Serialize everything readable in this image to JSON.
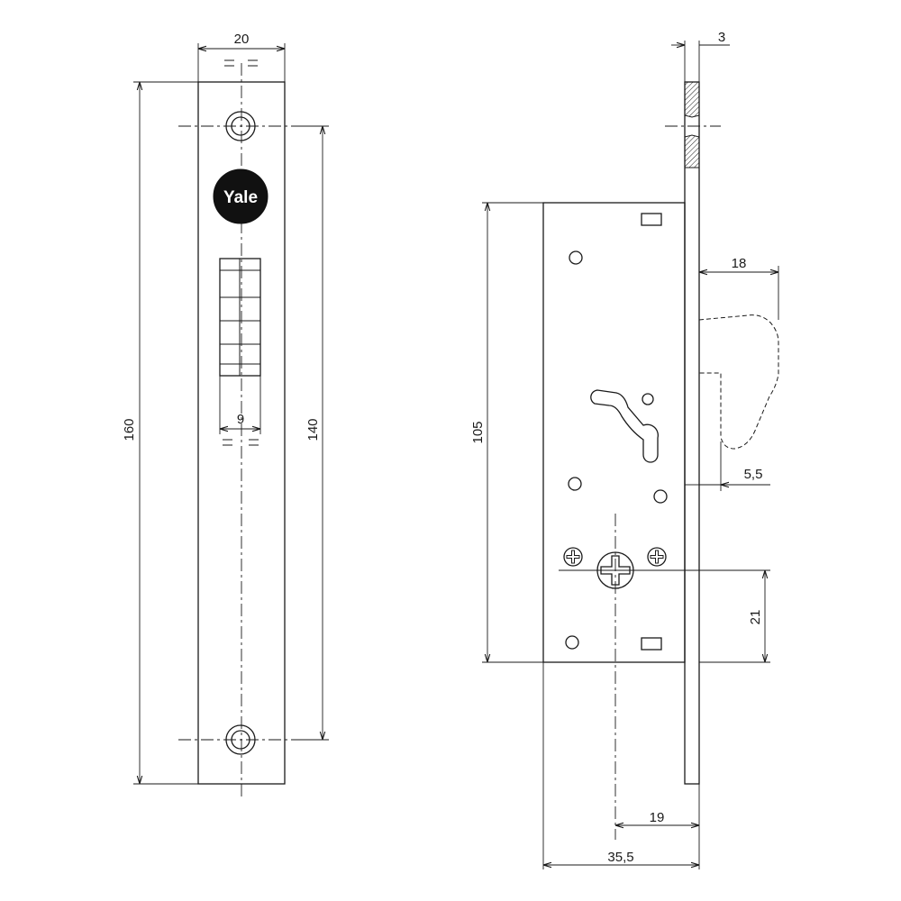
{
  "logo": {
    "text": "Yale"
  },
  "front_view": {
    "dims": {
      "width": "20",
      "height": "160",
      "hole_pitch": "140",
      "latch_width": "9"
    }
  },
  "side_view": {
    "dims": {
      "faceplate_thickness": "3",
      "case_height": "105",
      "hook_projection": "18",
      "hook_offset": "5,5",
      "cylinder_height": "21",
      "backset": "19",
      "case_depth": "35,5"
    }
  }
}
